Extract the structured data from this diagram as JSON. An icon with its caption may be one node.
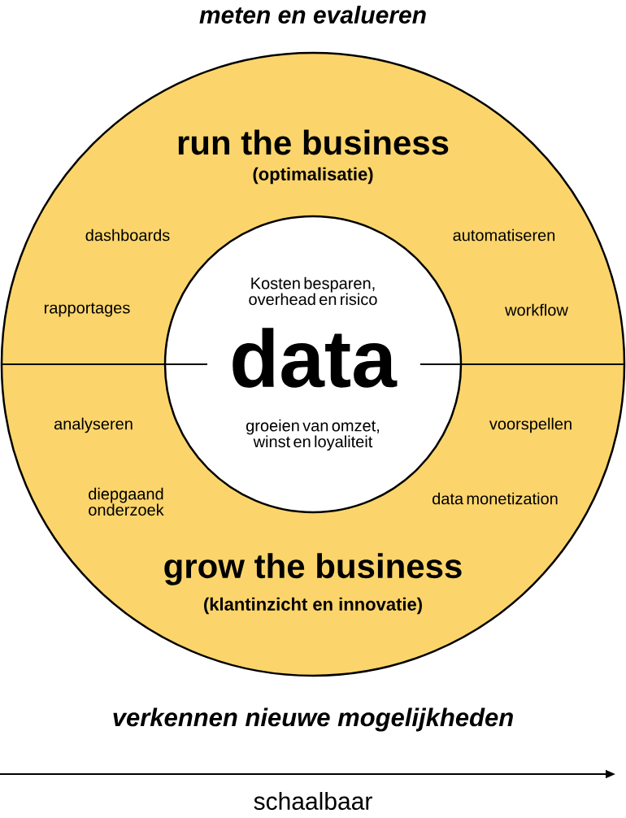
{
  "diagram": {
    "title": "meten en evalueren",
    "nodes": [
      {
        "text": [
          "run the business",
          "(optimalisatie)"
        ]
      },
      {
        "text": [
          "grow the business",
          "(klantinzicht en innovatie)"
        ]
      },
      {
        "text": [
          "Kosten besparen, overhead en risico",
          "data",
          "groeien van omzet, winst en loyaliteit"
        ]
      }
    ],
    "labels": [
      "dashboards",
      "automatiseren",
      "rapportages",
      "workflow",
      "analyseren",
      "voorspellen",
      "diepgaand onderzoek",
      "data monetization",
      "verkennen nieuwe mogelijkheden",
      "schaalbaar"
    ]
  }
}
